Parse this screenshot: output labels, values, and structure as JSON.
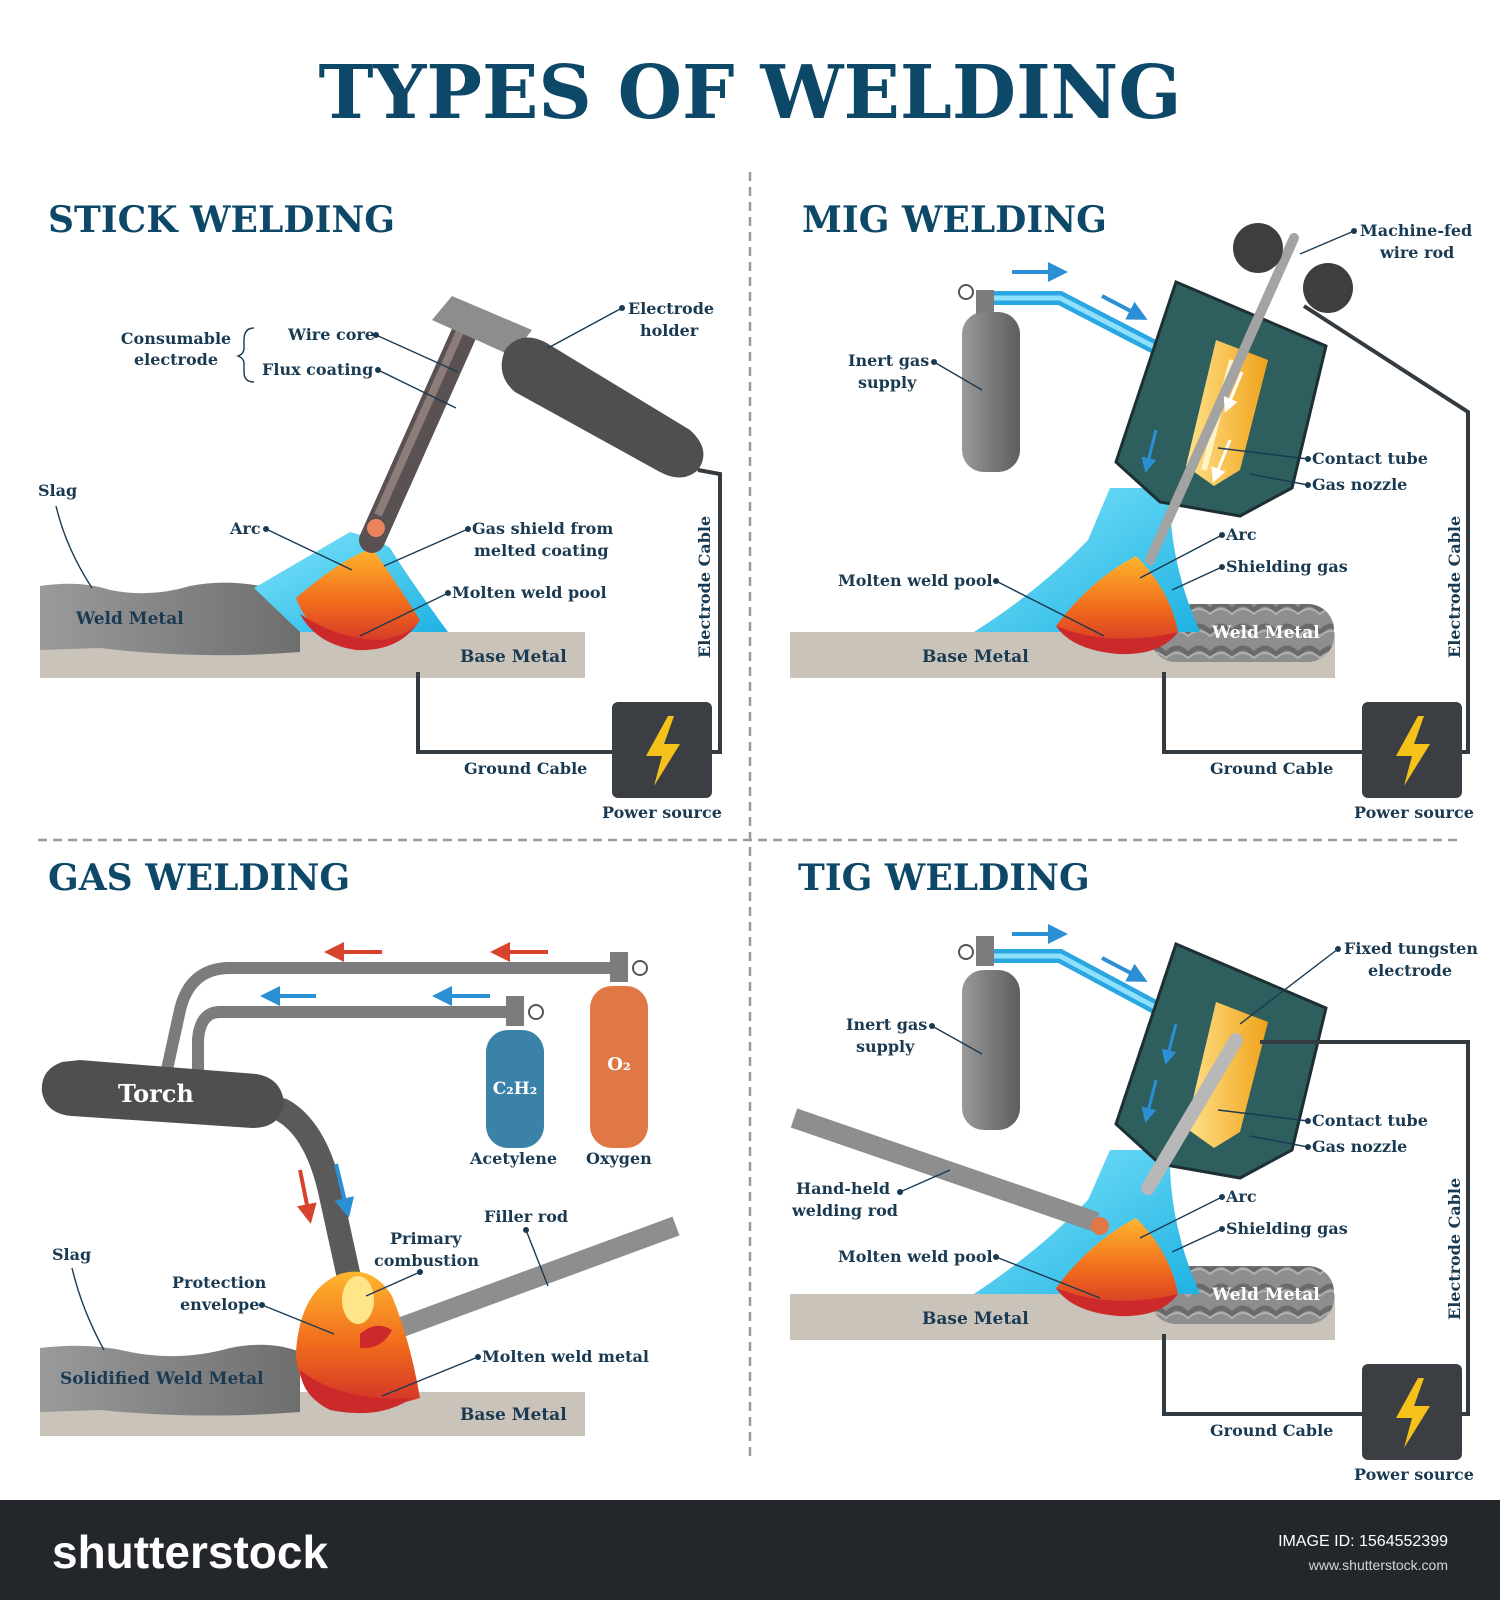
{
  "title": "TYPES OF WELDING",
  "colors": {
    "title": "#0e4868",
    "label": "#1a3a52",
    "metal_dark": "#8a8a8a",
    "base_metal": "#c9c3ba",
    "flame_red": "#cc2a2a",
    "flame_orange": "#f07b1e",
    "shield_blue": "#35c6ee",
    "nozzle": "#2f5e5e",
    "footer_bg": "#23272c"
  },
  "stick": {
    "heading": "STICK WELDING",
    "consumable_electrode": [
      "Consumable",
      "electrode"
    ],
    "wire_core": "Wire core",
    "flux_coating": "Flux coating",
    "electrode_holder": [
      "Electrode",
      "holder"
    ],
    "slag": "Slag",
    "arc": "Arc",
    "gas_shield": [
      "Gas shield from",
      "melted coating"
    ],
    "molten_weld_pool": "Molten weld pool",
    "weld_metal": "Weld Metal",
    "base_metal": "Base Metal",
    "electrode_cable": "Electrode Cable",
    "ground_cable": "Ground Cable",
    "power_source": "Power source"
  },
  "mig": {
    "heading": "MIG WELDING",
    "machine_fed": [
      "Machine-fed",
      "wire rod"
    ],
    "inert_gas": [
      "Inert gas",
      "supply"
    ],
    "contact_tube": "Contact tube",
    "gas_nozzle": "Gas nozzle",
    "arc": "Arc",
    "shielding_gas": "Shielding gas",
    "molten_weld_pool": "Molten weld pool",
    "weld_metal": "Weld Metal",
    "base_metal": "Base Metal",
    "electrode_cable": "Electrode Cable",
    "ground_cable": "Ground Cable",
    "power_source": "Power source"
  },
  "gas": {
    "heading": "GAS WELDING",
    "torch": "Torch",
    "acetylene_formula": "C₂H₂",
    "oxygen_formula": "O₂",
    "acetylene": "Acetylene",
    "oxygen": "Oxygen",
    "filler_rod": "Filler rod",
    "primary_combustion": [
      "Primary",
      "combustion"
    ],
    "slag": "Slag",
    "protection_envelope": [
      "Protection",
      "envelope"
    ],
    "solidified_weld_metal": "Solidified Weld Metal",
    "molten_weld_metal": "Molten weld metal",
    "base_metal": "Base Metal"
  },
  "tig": {
    "heading": "TIG WELDING",
    "fixed_tungsten": [
      "Fixed tungsten",
      "electrode"
    ],
    "inert_gas": [
      "Inert gas",
      "supply"
    ],
    "contact_tube": "Contact tube",
    "gas_nozzle": "Gas nozzle",
    "hand_held": [
      "Hand-held",
      "welding rod"
    ],
    "arc": "Arc",
    "shielding_gas": "Shielding gas",
    "molten_weld_pool": "Molten weld pool",
    "weld_metal": "Weld Metal",
    "base_metal": "Base Metal",
    "electrode_cable": "Electrode Cable",
    "ground_cable": "Ground Cable",
    "power_source": "Power source"
  },
  "footer": {
    "brand": "shutterstock",
    "image_id": "IMAGE ID: 1564552399",
    "url": "www.shutterstock.com"
  }
}
